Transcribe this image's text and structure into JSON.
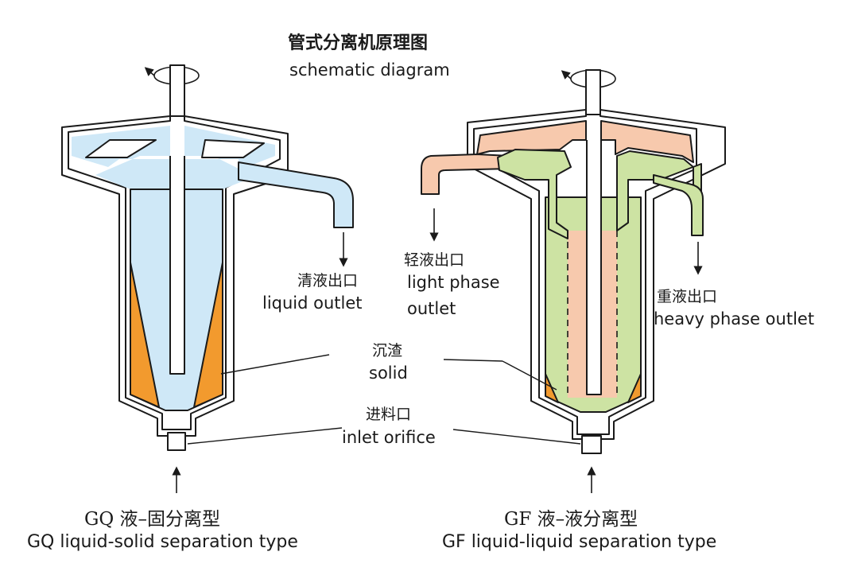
{
  "title": {
    "cn": "管式分离机原理图",
    "en": "schematic diagram"
  },
  "labels": {
    "liquid_outlet": {
      "cn": "清液出口",
      "en": "liquid outlet"
    },
    "light_phase_outlet": {
      "cn": "轻液出口",
      "en1": "light phase",
      "en2": "outlet"
    },
    "heavy_phase_outlet": {
      "cn": "重液出口",
      "en": "heavy phase outlet"
    },
    "solid": {
      "cn": "沉渣",
      "en": "solid"
    },
    "inlet": {
      "cn": "进料口",
      "en": "inlet orifice"
    }
  },
  "types": {
    "gq": {
      "cn": "GQ 液–固分离型",
      "en": "GQ liquid-solid separation type"
    },
    "gf": {
      "cn": "GF 液–液分离型",
      "en": "GF liquid-liquid separation type"
    }
  },
  "colors": {
    "liquid": "#cfe8f7",
    "solid": "#f29a2e",
    "light_phase": "#f7c9ad",
    "heavy_phase": "#cde3a3",
    "outline": "#1a1a1a"
  }
}
